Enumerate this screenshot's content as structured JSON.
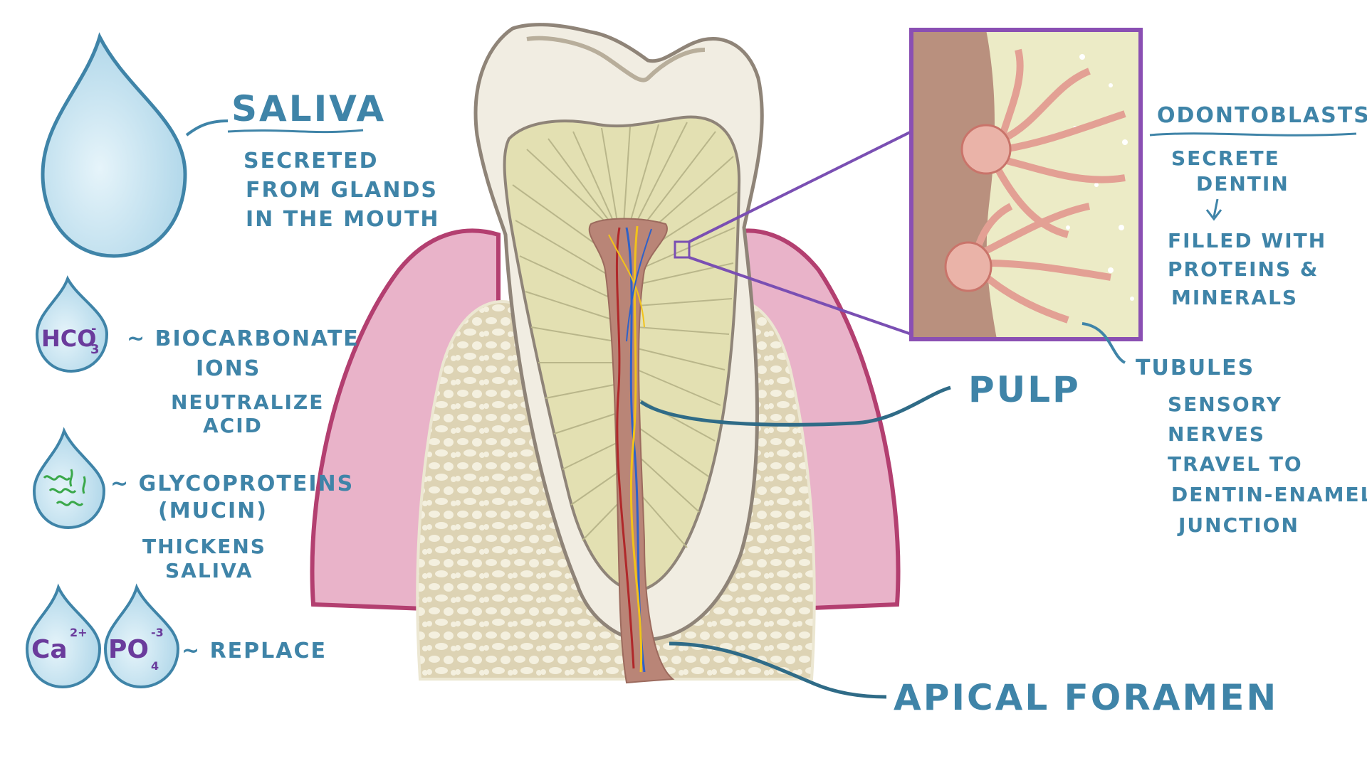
{
  "saliva": {
    "title": "SALIVA",
    "desc": [
      "SECRETED",
      "FROM GLANDS",
      "IN THE MOUTH"
    ]
  },
  "bicarbonate": {
    "symbol": "HCO",
    "sub": "3",
    "sup": "-",
    "label": "~ BIOCARBONATE",
    "label2": "IONS",
    "note": [
      "NEUTRALIZE",
      "ACID"
    ]
  },
  "glyco": {
    "label": "~ GLYCOPROTEINS",
    "label2": "(MUCIN)",
    "note": [
      "THICKENS",
      "SALIVA"
    ]
  },
  "minerals": {
    "ca": "Ca",
    "ca_sup": "2+",
    "po": "PO",
    "po_sub": "4",
    "po_sup": "-3",
    "label": "~ REPLACE"
  },
  "odontoblasts": {
    "title": "ODONTOBLASTS",
    "note1": "SECRETE",
    "note2": "DENTIN",
    "note3": [
      "FILLED WITH",
      "PROTEINS &",
      "MINERALS"
    ]
  },
  "tubules": {
    "title": "TUBULES",
    "note": [
      "SENSORY",
      "NERVES",
      "TRAVEL TO",
      "DENTIN-ENAMEL",
      "JUNCTION"
    ]
  },
  "pulp": {
    "title": "PULP"
  },
  "apical": {
    "title": "APICAL FORAMEN"
  },
  "colors": {
    "label_blue": "#3f84a8",
    "gum_pink": "#e9b3c9",
    "gum_edge": "#b33f70",
    "bone": "#ece7d2",
    "dentin": "#e3e0b2",
    "enamel": "#f1ede2",
    "pulp": "#b98577",
    "inset_border": "#8a4fb3",
    "drop_blue": "#bfe0ee"
  }
}
